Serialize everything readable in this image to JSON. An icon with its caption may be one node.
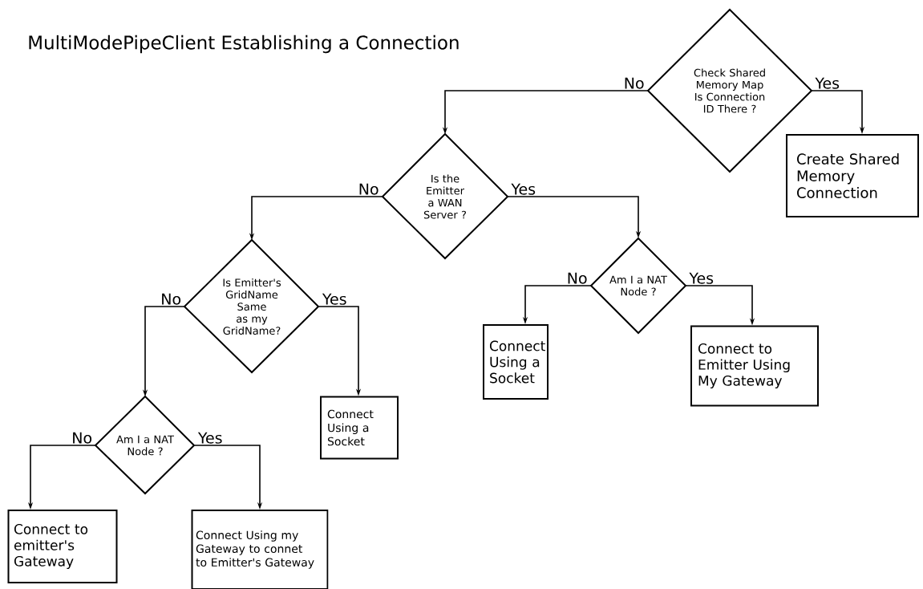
{
  "diagram": {
    "title": "MultiModePipeClient Establishing a Connection",
    "nodes": [
      {
        "text": [
          "Check Shared Memory Map Is Connection ID There ?"
        ]
      },
      {
        "text": [
          "Create Shared Memory Connection"
        ]
      },
      {
        "text": [
          "Is the Emitter a WAN Server ?"
        ]
      },
      {
        "text": [
          "Is Emitter's GridName Same as my GridName?"
        ]
      },
      {
        "text": [
          "Am I a NAT Node ?"
        ]
      },
      {
        "text": [
          "Connect Using a Socket"
        ]
      },
      {
        "text": [
          "Connect to Emitter Using My Gateway"
        ]
      },
      {
        "text": [
          "Am I a NAT Node ?"
        ]
      },
      {
        "text": [
          "Connect Using a Socket"
        ]
      },
      {
        "text": [
          "Connect to emitter's Gateway"
        ]
      },
      {
        "text": [
          "Connect Using my Gateway to connet to Emitter's Gateway"
        ]
      }
    ],
    "edges": [
      {
        "from": 0,
        "to": 2,
        "arrow": "to",
        "label": "No"
      },
      {
        "from": 0,
        "to": 1,
        "arrow": "to",
        "label": "Yes"
      },
      {
        "from": 2,
        "to": 3,
        "arrow": "to",
        "label": "No"
      },
      {
        "from": 2,
        "to": 4,
        "arrow": "to",
        "label": "Yes"
      },
      {
        "from": 4,
        "to": 5,
        "arrow": "to",
        "label": "No"
      },
      {
        "from": 4,
        "to": 6,
        "arrow": "to",
        "label": "Yes"
      },
      {
        "from": 3,
        "to": 7,
        "arrow": "to",
        "label": "No"
      },
      {
        "from": 3,
        "to": 8,
        "arrow": "to",
        "label": "Yes"
      },
      {
        "from": 7,
        "to": 9,
        "arrow": "to",
        "label": "No"
      },
      {
        "from": 7,
        "to": 10,
        "arrow": "to",
        "label": "Yes"
      }
    ]
  }
}
